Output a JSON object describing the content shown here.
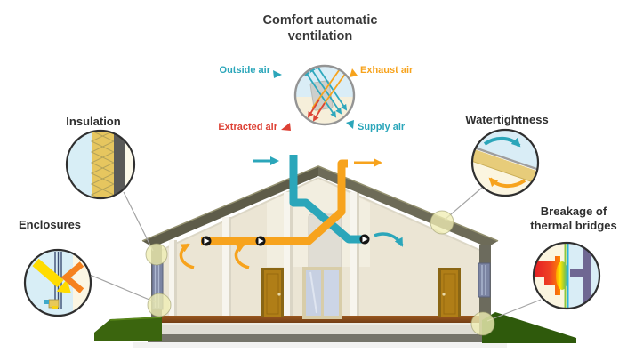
{
  "labels": {
    "title": "Comfort automatic ventilation",
    "insulation": "Insulation",
    "enclosures": "Enclosures",
    "watertightness": "Watertightness",
    "thermal_bridges_1": "Breakage of",
    "thermal_bridges_2": "thermal bridges",
    "outside_air": "Outside air",
    "exhaust_air": "Exhaust air",
    "extracted_air": "Extracted air",
    "supply_air": "Supply air"
  },
  "colors": {
    "supply_air_teal": "#2BA6BA",
    "exhaust_air_orange": "#F7A31D",
    "extracted_air_red": "#DD4034",
    "label_text": "#3A3A3A",
    "roof_gray": "#615F4C",
    "wall_cream": "#EBE5D4",
    "grass_green": "#3B650E",
    "marker_yellow": "#EFEDB4"
  }
}
